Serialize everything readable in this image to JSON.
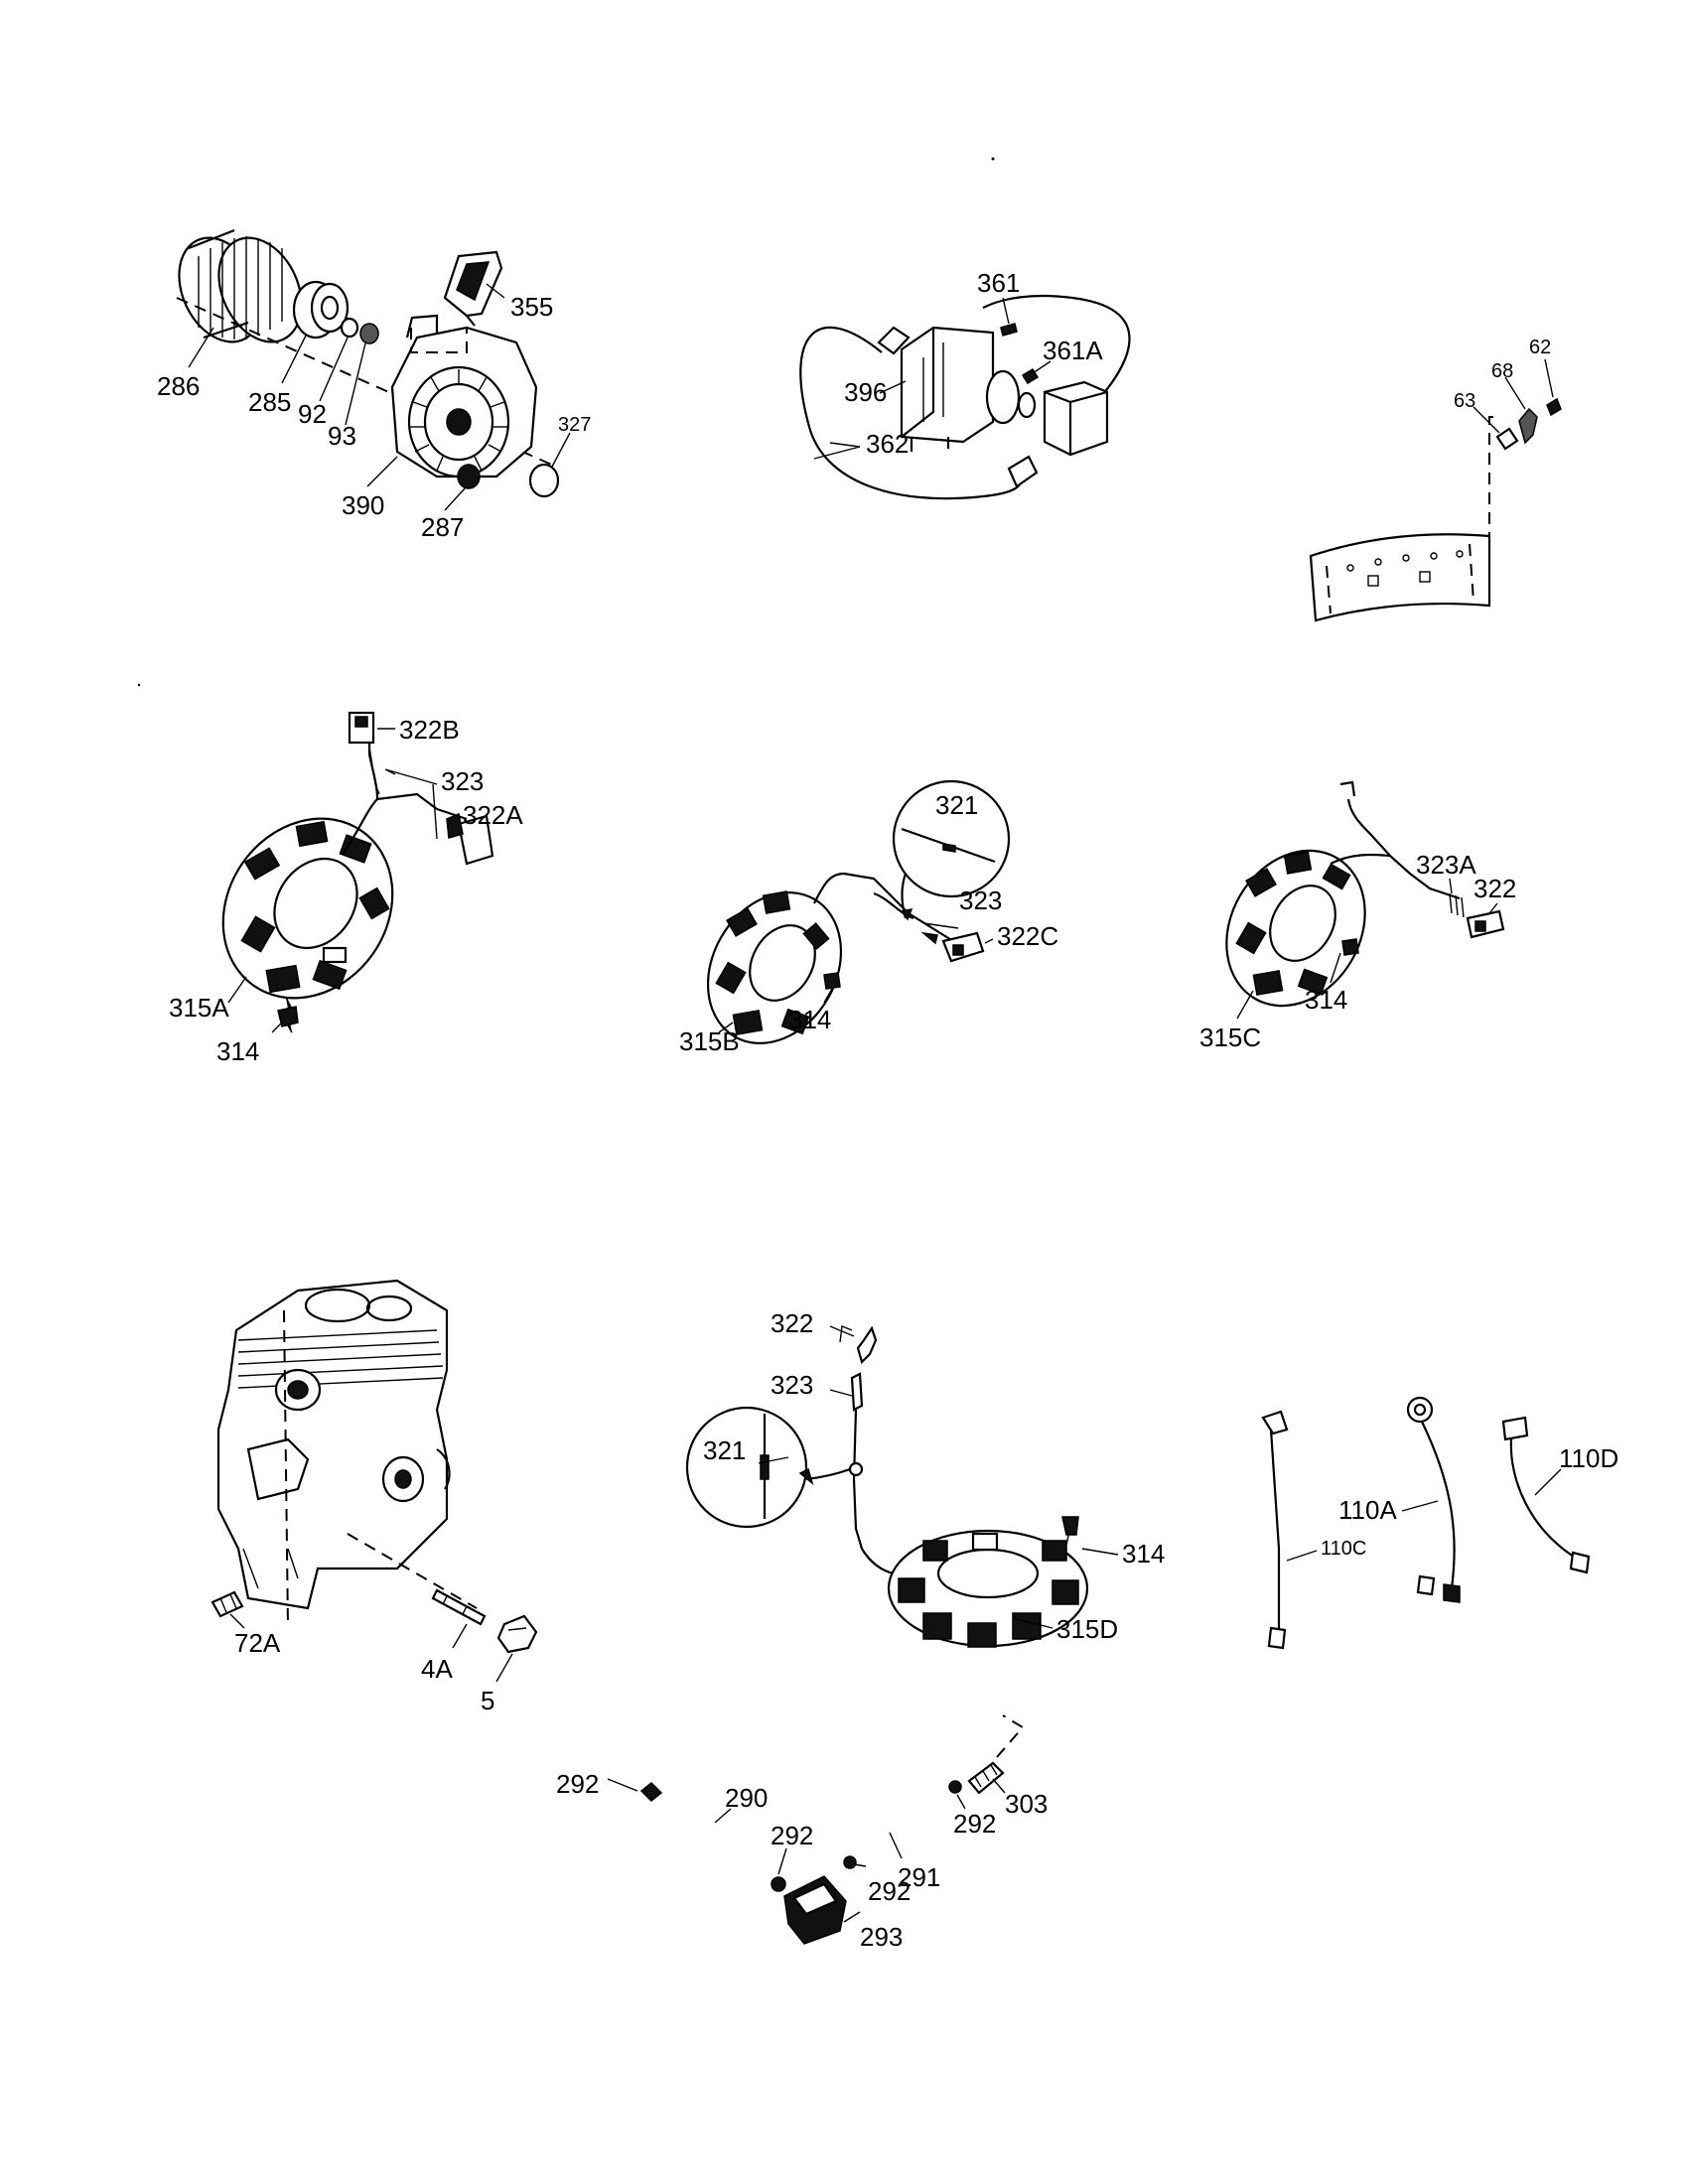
{
  "labels": {
    "p286": "286",
    "p285": "285",
    "p92": "92",
    "p93": "93",
    "p355": "355",
    "p390": "390",
    "p287": "287",
    "p327": "327",
    "p361": "361",
    "p361a": "361A",
    "p396": "396",
    "p362": "362",
    "p62": "62",
    "p68": "68",
    "p63": "63",
    "p322b": "322B",
    "p323a1": "323",
    "p322a": "322A",
    "p315a": "315A",
    "p314a": "314",
    "p321a": "321",
    "p323b": "323",
    "p322c": "322C",
    "p315b": "315B",
    "p314b": "314",
    "p323a": "323A",
    "p322x": "322",
    "p314c": "314",
    "p315c": "315C",
    "p72a": "72A",
    "p4a": "4A",
    "p5": "5",
    "p322y": "322",
    "p323c": "323",
    "p321b": "321",
    "p314d": "314",
    "p315d": "315D",
    "p110c": "110C",
    "p110a": "110A",
    "p110d": "110D",
    "p292a": "292",
    "p290": "290",
    "p292b": "292",
    "p293": "293",
    "p292c": "292",
    "p291": "291",
    "p292d": "292",
    "p303": "303"
  }
}
